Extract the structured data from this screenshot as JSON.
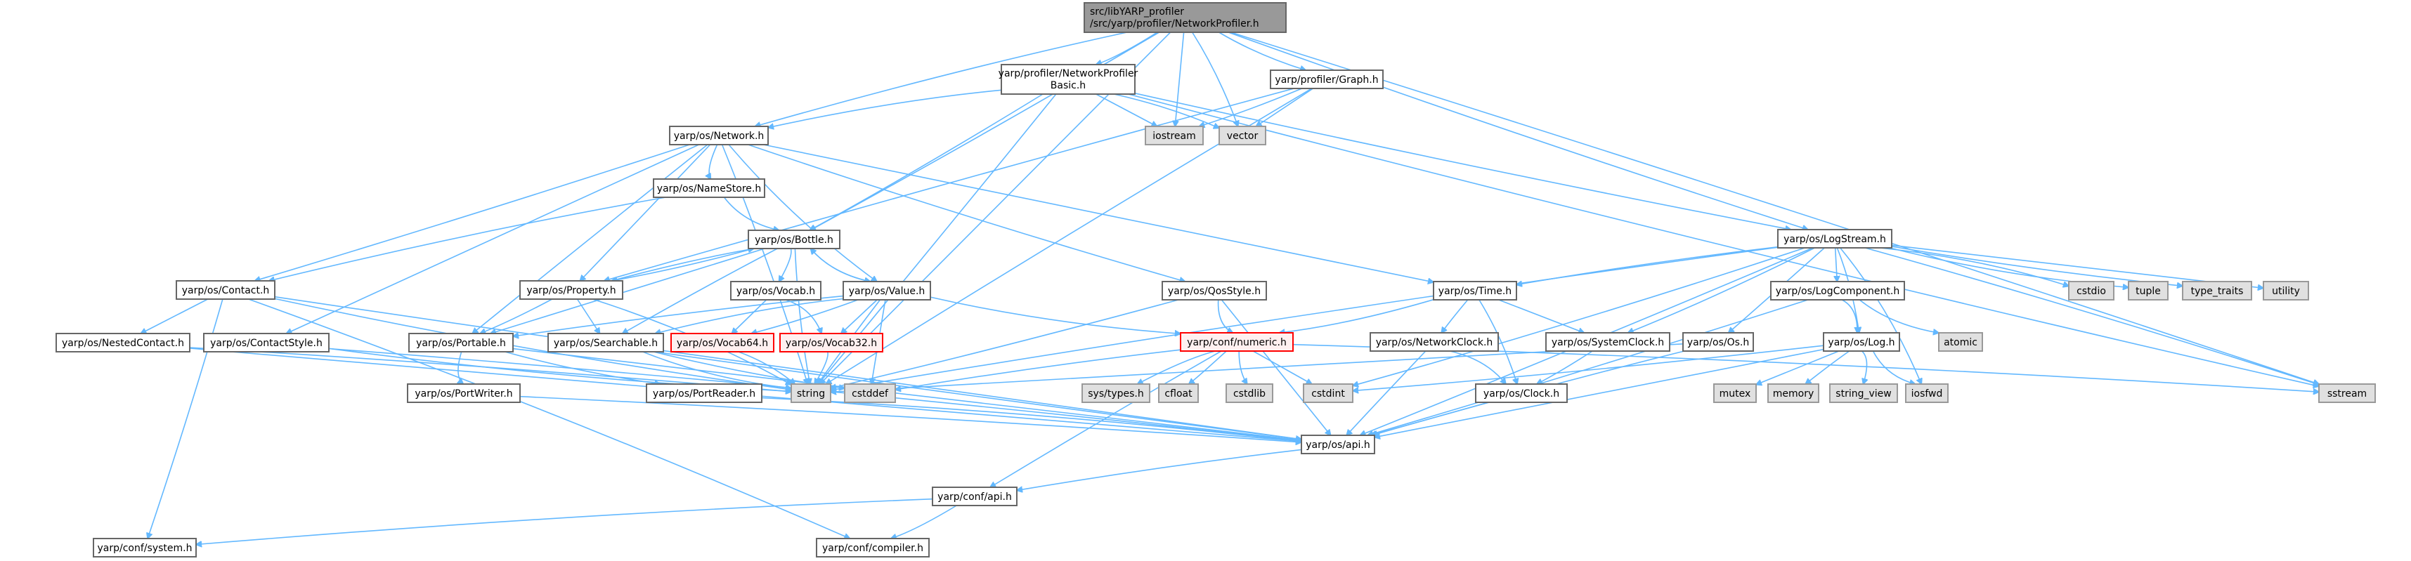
{
  "title": "Include dependency graph for NetworkProfiler.h",
  "colors": {
    "edge": "#63b8ff",
    "root_fill": "#999999",
    "regular_fill": "#ffffff",
    "system_fill": "#e0e0e0",
    "missing_fill": "#fff0f0",
    "missing_border": "#ff0000"
  },
  "nodes": [
    {
      "id": "root",
      "label": "src/libYARP_profiler",
      "label2": "/src/yarp/profiler/NetworkProfiler.h",
      "kind": "root"
    },
    {
      "id": "npb",
      "label": "yarp/profiler/NetworkProfiler",
      "label2": "Basic.h",
      "kind": "regular"
    },
    {
      "id": "graph",
      "label": "yarp/profiler/Graph.h",
      "kind": "regular"
    },
    {
      "id": "iostream",
      "label": "iostream",
      "kind": "system"
    },
    {
      "id": "vector",
      "label": "vector",
      "kind": "system"
    },
    {
      "id": "network",
      "label": "yarp/os/Network.h",
      "kind": "regular"
    },
    {
      "id": "namestore",
      "label": "yarp/os/NameStore.h",
      "kind": "regular"
    },
    {
      "id": "bottle",
      "label": "yarp/os/Bottle.h",
      "kind": "regular"
    },
    {
      "id": "contact",
      "label": "yarp/os/Contact.h",
      "kind": "regular"
    },
    {
      "id": "property",
      "label": "yarp/os/Property.h",
      "kind": "regular"
    },
    {
      "id": "vocab",
      "label": "yarp/os/Vocab.h",
      "kind": "regular"
    },
    {
      "id": "value",
      "label": "yarp/os/Value.h",
      "kind": "regular"
    },
    {
      "id": "qosstyle",
      "label": "yarp/os/QosStyle.h",
      "kind": "regular"
    },
    {
      "id": "time",
      "label": "yarp/os/Time.h",
      "kind": "regular"
    },
    {
      "id": "logstream",
      "label": "yarp/os/LogStream.h",
      "kind": "regular"
    },
    {
      "id": "nestedcontact",
      "label": "yarp/os/NestedContact.h",
      "kind": "regular"
    },
    {
      "id": "contactstyle",
      "label": "yarp/os/ContactStyle.h",
      "kind": "regular"
    },
    {
      "id": "portable",
      "label": "yarp/os/Portable.h",
      "kind": "regular"
    },
    {
      "id": "searchable",
      "label": "yarp/os/Searchable.h",
      "kind": "regular"
    },
    {
      "id": "vocab64",
      "label": "yarp/os/Vocab64.h",
      "kind": "missing"
    },
    {
      "id": "vocab32",
      "label": "yarp/os/Vocab32.h",
      "kind": "missing"
    },
    {
      "id": "numeric",
      "label": "yarp/conf/numeric.h",
      "kind": "missing"
    },
    {
      "id": "networkclock",
      "label": "yarp/os/NetworkClock.h",
      "kind": "regular"
    },
    {
      "id": "systemclock",
      "label": "yarp/os/SystemClock.h",
      "kind": "regular"
    },
    {
      "id": "osh",
      "label": "yarp/os/Os.h",
      "kind": "regular"
    },
    {
      "id": "logcomponent",
      "label": "yarp/os/LogComponent.h",
      "kind": "regular"
    },
    {
      "id": "log",
      "label": "yarp/os/Log.h",
      "kind": "regular"
    },
    {
      "id": "atomic",
      "label": "atomic",
      "kind": "system"
    },
    {
      "id": "cstdio",
      "label": "cstdio",
      "kind": "system"
    },
    {
      "id": "tuple",
      "label": "tuple",
      "kind": "system"
    },
    {
      "id": "type_traits",
      "label": "type_traits",
      "kind": "system"
    },
    {
      "id": "utility",
      "label": "utility",
      "kind": "system"
    },
    {
      "id": "sstream",
      "label": "sstream",
      "kind": "system"
    },
    {
      "id": "portwriter",
      "label": "yarp/os/PortWriter.h",
      "kind": "regular"
    },
    {
      "id": "portreader",
      "label": "yarp/os/PortReader.h",
      "kind": "regular"
    },
    {
      "id": "string",
      "label": "string",
      "kind": "system"
    },
    {
      "id": "cstddef",
      "label": "cstddef",
      "kind": "system"
    },
    {
      "id": "systypes",
      "label": "sys/types.h",
      "kind": "system"
    },
    {
      "id": "cfloat",
      "label": "cfloat",
      "kind": "system"
    },
    {
      "id": "cstdlib",
      "label": "cstdlib",
      "kind": "system"
    },
    {
      "id": "cstdint",
      "label": "cstdint",
      "kind": "system"
    },
    {
      "id": "clock",
      "label": "yarp/os/Clock.h",
      "kind": "regular"
    },
    {
      "id": "mutex",
      "label": "mutex",
      "kind": "system"
    },
    {
      "id": "memory",
      "label": "memory",
      "kind": "system"
    },
    {
      "id": "string_view",
      "label": "string_view",
      "kind": "system"
    },
    {
      "id": "iosfwd",
      "label": "iosfwd",
      "kind": "system"
    },
    {
      "id": "osapi",
      "label": "yarp/os/api.h",
      "kind": "regular"
    },
    {
      "id": "confapi",
      "label": "yarp/conf/api.h",
      "kind": "regular"
    },
    {
      "id": "system",
      "label": "yarp/conf/system.h",
      "kind": "regular"
    },
    {
      "id": "compiler",
      "label": "yarp/conf/compiler.h",
      "kind": "regular"
    }
  ],
  "edges": [
    [
      "root",
      "npb"
    ],
    [
      "root",
      "graph"
    ],
    [
      "root",
      "iostream"
    ],
    [
      "root",
      "vector"
    ],
    [
      "root",
      "network"
    ],
    [
      "root",
      "bottle"
    ],
    [
      "root",
      "logstream"
    ],
    [
      "root",
      "string"
    ],
    [
      "root",
      "sstream"
    ],
    [
      "npb",
      "network"
    ],
    [
      "npb",
      "bottle"
    ],
    [
      "npb",
      "logstream"
    ],
    [
      "npb",
      "iostream"
    ],
    [
      "npb",
      "vector"
    ],
    [
      "npb",
      "string"
    ],
    [
      "npb",
      "sstream"
    ],
    [
      "graph",
      "iostream"
    ],
    [
      "graph",
      "vector"
    ],
    [
      "graph",
      "property"
    ],
    [
      "graph",
      "string"
    ],
    [
      "network",
      "namestore"
    ],
    [
      "network",
      "contact"
    ],
    [
      "network",
      "contactstyle"
    ],
    [
      "network",
      "portable"
    ],
    [
      "network",
      "property"
    ],
    [
      "network",
      "value"
    ],
    [
      "network",
      "qosstyle"
    ],
    [
      "network",
      "time"
    ],
    [
      "network",
      "string"
    ],
    [
      "namestore",
      "contact"
    ],
    [
      "namestore",
      "bottle"
    ],
    [
      "bottle",
      "property"
    ],
    [
      "bottle",
      "portable"
    ],
    [
      "bottle",
      "searchable"
    ],
    [
      "bottle",
      "vocab"
    ],
    [
      "bottle",
      "value"
    ],
    [
      "bottle",
      "string"
    ],
    [
      "contact",
      "nestedcontact"
    ],
    [
      "contact",
      "system"
    ],
    [
      "contact",
      "compiler"
    ],
    [
      "contact",
      "string"
    ],
    [
      "contact",
      "osapi"
    ],
    [
      "nestedcontact",
      "osapi"
    ],
    [
      "nestedcontact",
      "string"
    ],
    [
      "contactstyle",
      "osapi"
    ],
    [
      "contactstyle",
      "string"
    ],
    [
      "property",
      "portable"
    ],
    [
      "property",
      "searchable"
    ],
    [
      "property",
      "bottle"
    ],
    [
      "property",
      "string"
    ],
    [
      "portable",
      "portwriter"
    ],
    [
      "portable",
      "portreader"
    ],
    [
      "portable",
      "osapi"
    ],
    [
      "portwriter",
      "osapi"
    ],
    [
      "portreader",
      "osapi"
    ],
    [
      "searchable",
      "string"
    ],
    [
      "searchable",
      "cstddef"
    ],
    [
      "searchable",
      "osapi"
    ],
    [
      "vocab",
      "vocab64"
    ],
    [
      "vocab",
      "vocab32"
    ],
    [
      "value",
      "bottle"
    ],
    [
      "value",
      "vocab64"
    ],
    [
      "value",
      "vocab32"
    ],
    [
      "value",
      "portable"
    ],
    [
      "value",
      "searchable"
    ],
    [
      "value",
      "numeric"
    ],
    [
      "value",
      "string"
    ],
    [
      "value",
      "cstddef"
    ],
    [
      "vocab64",
      "string"
    ],
    [
      "vocab32",
      "string"
    ],
    [
      "qosstyle",
      "numeric"
    ],
    [
      "qosstyle",
      "string"
    ],
    [
      "qosstyle",
      "osapi"
    ],
    [
      "numeric",
      "cstddef"
    ],
    [
      "numeric",
      "systypes"
    ],
    [
      "numeric",
      "cfloat"
    ],
    [
      "numeric",
      "cstdlib"
    ],
    [
      "numeric",
      "cstdint"
    ],
    [
      "numeric",
      "confapi"
    ],
    [
      "numeric",
      "sstream"
    ],
    [
      "time",
      "numeric"
    ],
    [
      "time",
      "networkclock"
    ],
    [
      "time",
      "systemclock"
    ],
    [
      "time",
      "clock"
    ],
    [
      "networkclock",
      "clock"
    ],
    [
      "networkclock",
      "osapi"
    ],
    [
      "systemclock",
      "clock"
    ],
    [
      "clock",
      "osapi"
    ],
    [
      "logstream",
      "time"
    ],
    [
      "logstream",
      "string"
    ],
    [
      "logstream",
      "systemclock"
    ],
    [
      "logstream",
      "osh"
    ],
    [
      "logstream",
      "logcomponent"
    ],
    [
      "logstream",
      "log"
    ],
    [
      "logstream",
      "cstdio"
    ],
    [
      "logstream",
      "tuple"
    ],
    [
      "logstream",
      "type_traits"
    ],
    [
      "logstream",
      "utility"
    ],
    [
      "logstream",
      "sstream"
    ],
    [
      "logstream",
      "iosfwd"
    ],
    [
      "logstream",
      "cstdint"
    ],
    [
      "logstream",
      "osapi"
    ],
    [
      "osh",
      "string"
    ],
    [
      "osh",
      "osapi"
    ],
    [
      "logcomponent",
      "log"
    ],
    [
      "logcomponent",
      "atomic"
    ],
    [
      "logcomponent",
      "osapi"
    ],
    [
      "log",
      "mutex"
    ],
    [
      "log",
      "memory"
    ],
    [
      "log",
      "string_view"
    ],
    [
      "log",
      "iosfwd"
    ],
    [
      "log",
      "cstdint"
    ],
    [
      "log",
      "osapi"
    ],
    [
      "osapi",
      "confapi"
    ],
    [
      "confapi",
      "system"
    ],
    [
      "confapi",
      "compiler"
    ]
  ]
}
